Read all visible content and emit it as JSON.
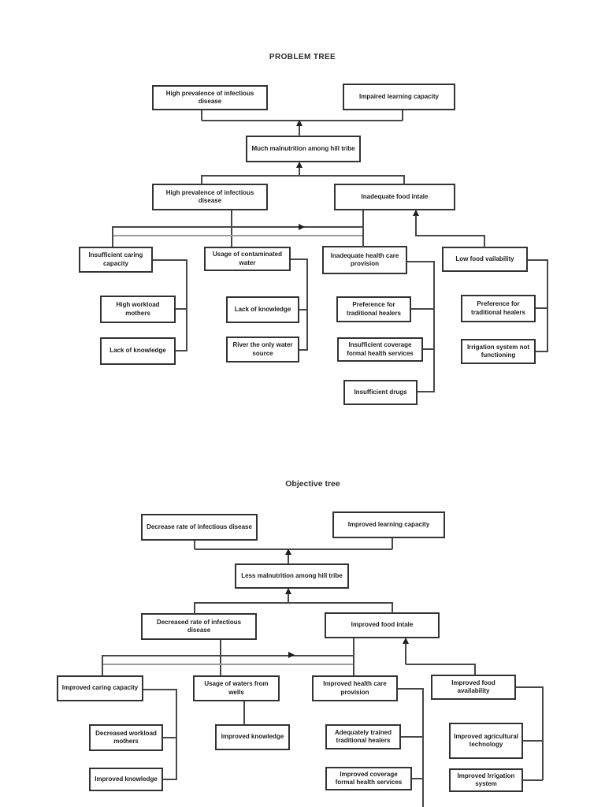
{
  "colors": {
    "page_background": "#ffffff",
    "box_border": "#333333",
    "connector_line": "#474747",
    "connector_line_faint": "#9c9c9c",
    "text": "#1c1c1c"
  },
  "problem_tree": {
    "title": "PROBLEM TREE",
    "nodes": {
      "effect_disease": "High prevalence of infectious disease",
      "effect_learning": "Impaired learning capacity",
      "core_problem": "Much malnutrition among hill tribe",
      "cause_disease": "High prevalence of infectious disease",
      "cause_food_intake": "Inadequate food intale",
      "cause_caring": "Insufficient caring capacity",
      "cause_water": "Usage of contaminated water",
      "cause_health": "Inadequate health care provision",
      "cause_food_avail": "Low food vailability",
      "sub_workload": "High workload mothers",
      "sub_knowledge_caring": "Lack of knowledge",
      "sub_knowledge_water": "Lack of knowledge",
      "sub_river": "River the only water source",
      "sub_healers_health": "Preference for traditional healers",
      "sub_coverage": "Insufficient coverage formal health services",
      "sub_drugs": "Insufficient drugs",
      "sub_healers_food": "Preference for traditional healers",
      "sub_irrigation": "Irrigation system not functioning"
    },
    "edges": [
      "effect_disease & effect_learning <- core_problem",
      "core_problem <- cause_disease & cause_food_intake",
      "cause_disease <- cause_caring, cause_water, cause_health",
      "cause_food_intake <- causes group (arrow) & cause_food_avail (arrow)",
      "cause_caring <- sub_workload, sub_knowledge_caring",
      "cause_water <- sub_knowledge_water, sub_river",
      "cause_health <- sub_healers_health, sub_coverage, sub_drugs",
      "cause_food_avail <- sub_healers_food, sub_irrigation"
    ]
  },
  "objective_tree": {
    "title": "Objective tree",
    "nodes": {
      "effect_disease": "Decrease rate of infectious disease",
      "effect_learning": "Improved learning capacity",
      "core_objective": "Less malnutrition among hill tribe",
      "result_disease": "Decreased rate of infectious disease",
      "result_food_intake": "Improved food intale",
      "means_caring": "Improved caring capacity",
      "means_water": "Usage of waters from wells",
      "means_health": "Improved health care provision",
      "means_food_avail": "Improved food availability",
      "sub_workload": "Decreased workload mothers",
      "sub_knowledge_caring": "Improved knowledge",
      "sub_knowledge_water": "Improved knowledge",
      "sub_trained_healers": "Adequately trained traditional healers",
      "sub_coverage": "Improved coverage formal health services",
      "sub_agri_tech": "Improved agricultural technology",
      "sub_irrigation": "Improved Irrigation system"
    },
    "edges": [
      "effect_disease & effect_learning <- core_objective",
      "core_objective <- result_disease & result_food_intake",
      "result_disease <- means_caring, means_water, means_health",
      "result_food_intake <- means group (arrow) & means_food_avail (arrow)",
      "means_caring <- sub_workload, sub_knowledge_caring",
      "means_water <- sub_knowledge_water",
      "means_health <- sub_trained_healers, sub_coverage",
      "means_food_avail <- sub_agri_tech, sub_irrigation"
    ]
  }
}
